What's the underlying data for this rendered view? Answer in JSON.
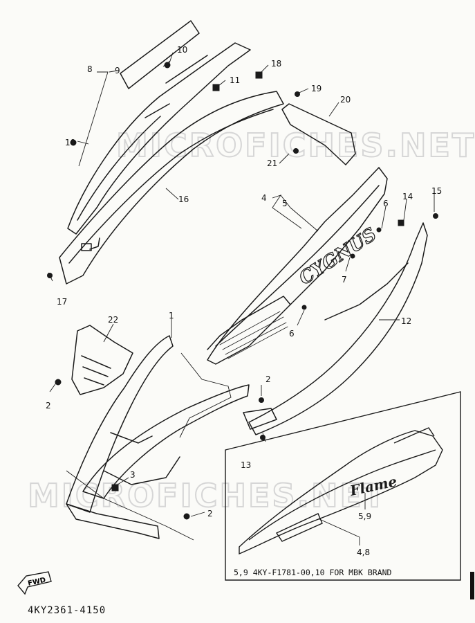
{
  "callouts": {
    "p1": "1",
    "p2a": "2",
    "p2b": "2",
    "p2c": "2",
    "p3": "3",
    "p4": "4",
    "p5": "5",
    "p6a": "6",
    "p6b": "6",
    "p7": "7",
    "p8": "8",
    "p9": "9",
    "p10a": "10",
    "p10b": "10",
    "p11": "11",
    "p12": "12",
    "p13": "13",
    "p14": "14",
    "p15": "15",
    "p16": "16",
    "p17": "17",
    "p18": "18",
    "p19": "19",
    "p20": "20",
    "p21": "21",
    "p22": "22"
  },
  "branding": {
    "panel_logo": "CYGNUS",
    "inset_logo": "Flame"
  },
  "inset": {
    "callout_59": "5,9",
    "callout_48": "4,8",
    "note": "5,9   4KY-F1781-00,10  FOR MBK BRAND"
  },
  "watermark": {
    "top": "MICROFICHES.NET",
    "bottom": "MICROFICHES.NET"
  },
  "fwd_label": "FWD",
  "doc_number": "4KY2361-4150"
}
